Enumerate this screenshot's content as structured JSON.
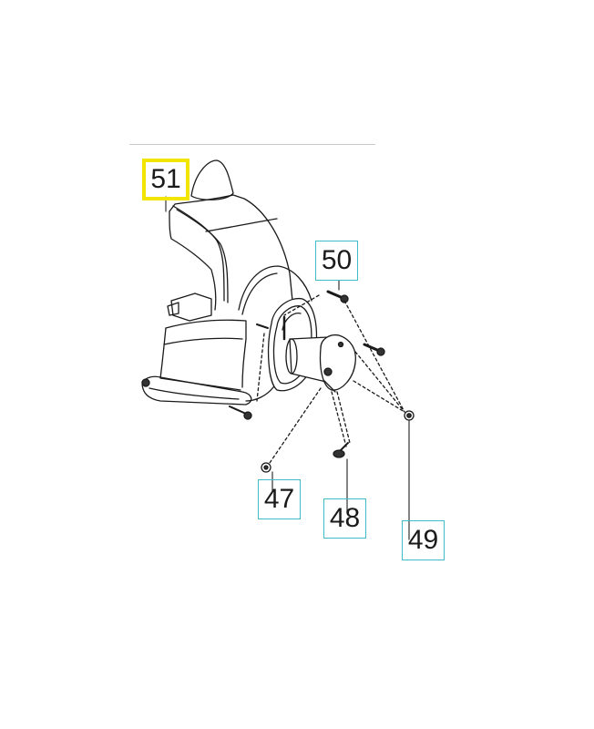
{
  "diagram": {
    "type": "exploded-parts-diagram",
    "subject": "trimmer gear head / guard assembly",
    "highlight_color": "#f2e600",
    "callout_border_color": "#3fbcc8"
  },
  "callouts": [
    {
      "id": "51",
      "label": "51",
      "style": "highlighted"
    },
    {
      "id": "50",
      "label": "50",
      "style": "normal"
    },
    {
      "id": "47",
      "label": "47",
      "style": "normal"
    },
    {
      "id": "48",
      "label": "48",
      "style": "normal"
    },
    {
      "id": "49",
      "label": "49",
      "style": "normal"
    }
  ]
}
